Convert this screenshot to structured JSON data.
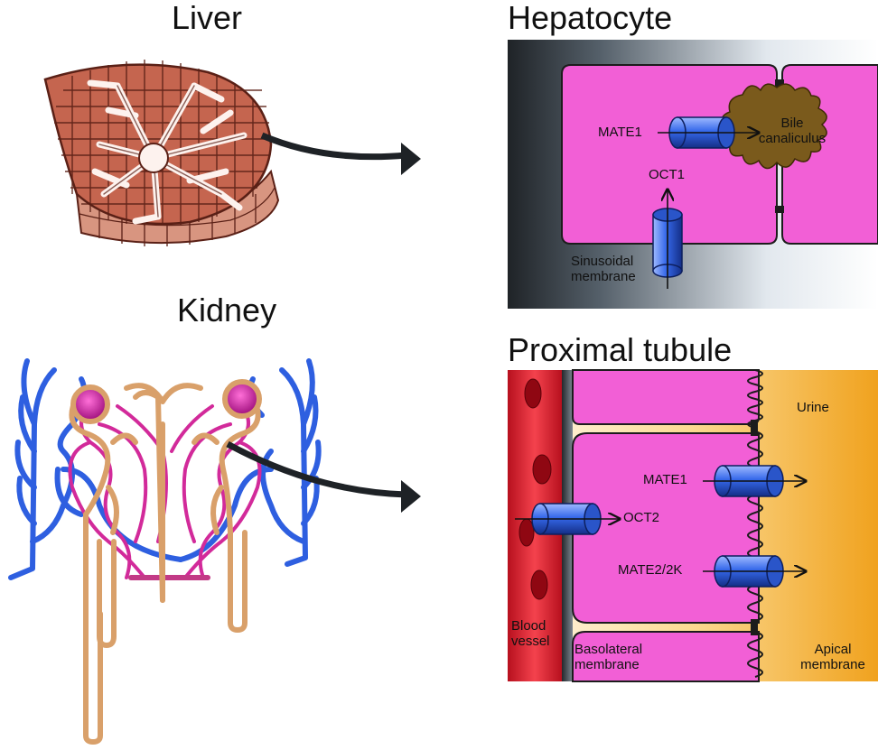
{
  "titles": {
    "liver": "Liver",
    "hepatocyte": "Hepatocyte",
    "kidney": "Kidney",
    "proximal_tubule": "Proximal tubule"
  },
  "hepatocyte": {
    "mate1": "MATE1",
    "bile_canaliculus": "Bile canaliculus",
    "oct1": "OCT1",
    "sinusoidal_membrane": "Sinusoidal membrane"
  },
  "proximal_tubule": {
    "urine": "Urine",
    "mate1": "MATE1",
    "oct2": "OCT2",
    "mate2_2k": "MATE2/2K",
    "blood_vessel": "Blood vessel",
    "basolateral_membrane": "Basolateral membrane",
    "apical_membrane": "Apical membrane"
  },
  "colors": {
    "cell_pink": "#f25fd6",
    "transporter_blue": "#2f64e6",
    "vessel_red": "#e8343f",
    "urine_orange": "#f2a21c",
    "bile_brown": "#7a5a1c",
    "tubule_tan": "#d9a06a",
    "vessel_blue": "#2e5fe0",
    "liver_red": "#c25a44"
  }
}
